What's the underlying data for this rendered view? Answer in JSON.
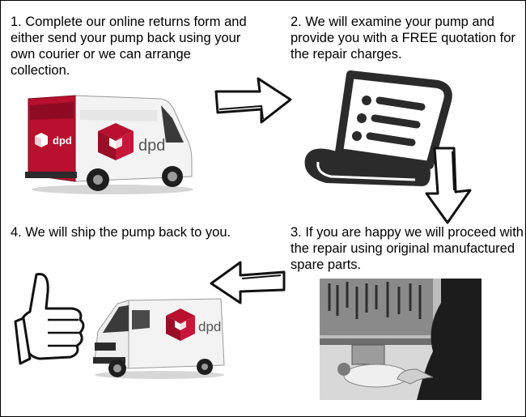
{
  "steps": [
    {
      "text": "1. Complete our online returns form and either send your pump back using your own courier or we can arrange collection."
    },
    {
      "text": "2. We will examine your pump and provide you with a FREE quotation for the repair charges."
    },
    {
      "text": "3. If you are happy we will proceed with the repair using original manufactured spare parts."
    },
    {
      "text": "4. We will ship the pump back to you."
    }
  ],
  "van_logo": "dpd",
  "colors": {
    "dpd_red": "#b8102e",
    "van_white": "#f2f2f2",
    "outline": "#111111"
  },
  "icons": [
    "delivery-van-icon",
    "document-list-icon",
    "workshop-photo",
    "thumbs-up-icon",
    "arrow-right-icon",
    "arrow-down-icon",
    "arrow-left-icon"
  ]
}
